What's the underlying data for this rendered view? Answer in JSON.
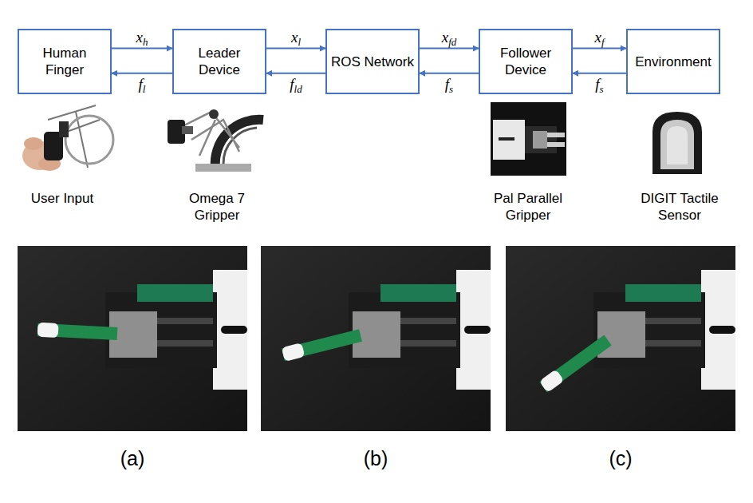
{
  "diagram": {
    "nodes": [
      {
        "text": [
          "Human Finger"
        ]
      },
      {
        "text": [
          "Leader Device"
        ]
      },
      {
        "text": [
          "ROS Network"
        ]
      },
      {
        "text": [
          "Follower Device"
        ]
      },
      {
        "text": [
          "Environment"
        ]
      }
    ],
    "edges": [
      {
        "from": 0,
        "to": 1,
        "label": "xh",
        "arrow": "to"
      },
      {
        "from": 1,
        "to": 0,
        "label": "fl",
        "arrow": "to"
      },
      {
        "from": 1,
        "to": 2,
        "label": "xl",
        "arrow": "to"
      },
      {
        "from": 2,
        "to": 1,
        "label": "fld",
        "arrow": "to"
      },
      {
        "from": 2,
        "to": 3,
        "label": "xfd",
        "arrow": "to"
      },
      {
        "from": 3,
        "to": 2,
        "label": "fs",
        "arrow": "to"
      },
      {
        "from": 3,
        "to": 4,
        "label": "xf",
        "arrow": "to"
      },
      {
        "from": 4,
        "to": 3,
        "label": "fs",
        "arrow": "to"
      }
    ],
    "labels": [
      "User Input",
      "Omega 7 Gripper",
      "Pal Parallel Gripper",
      "DIGIT Tactile Sensor",
      "(a)",
      "(b)",
      "(c)"
    ]
  }
}
